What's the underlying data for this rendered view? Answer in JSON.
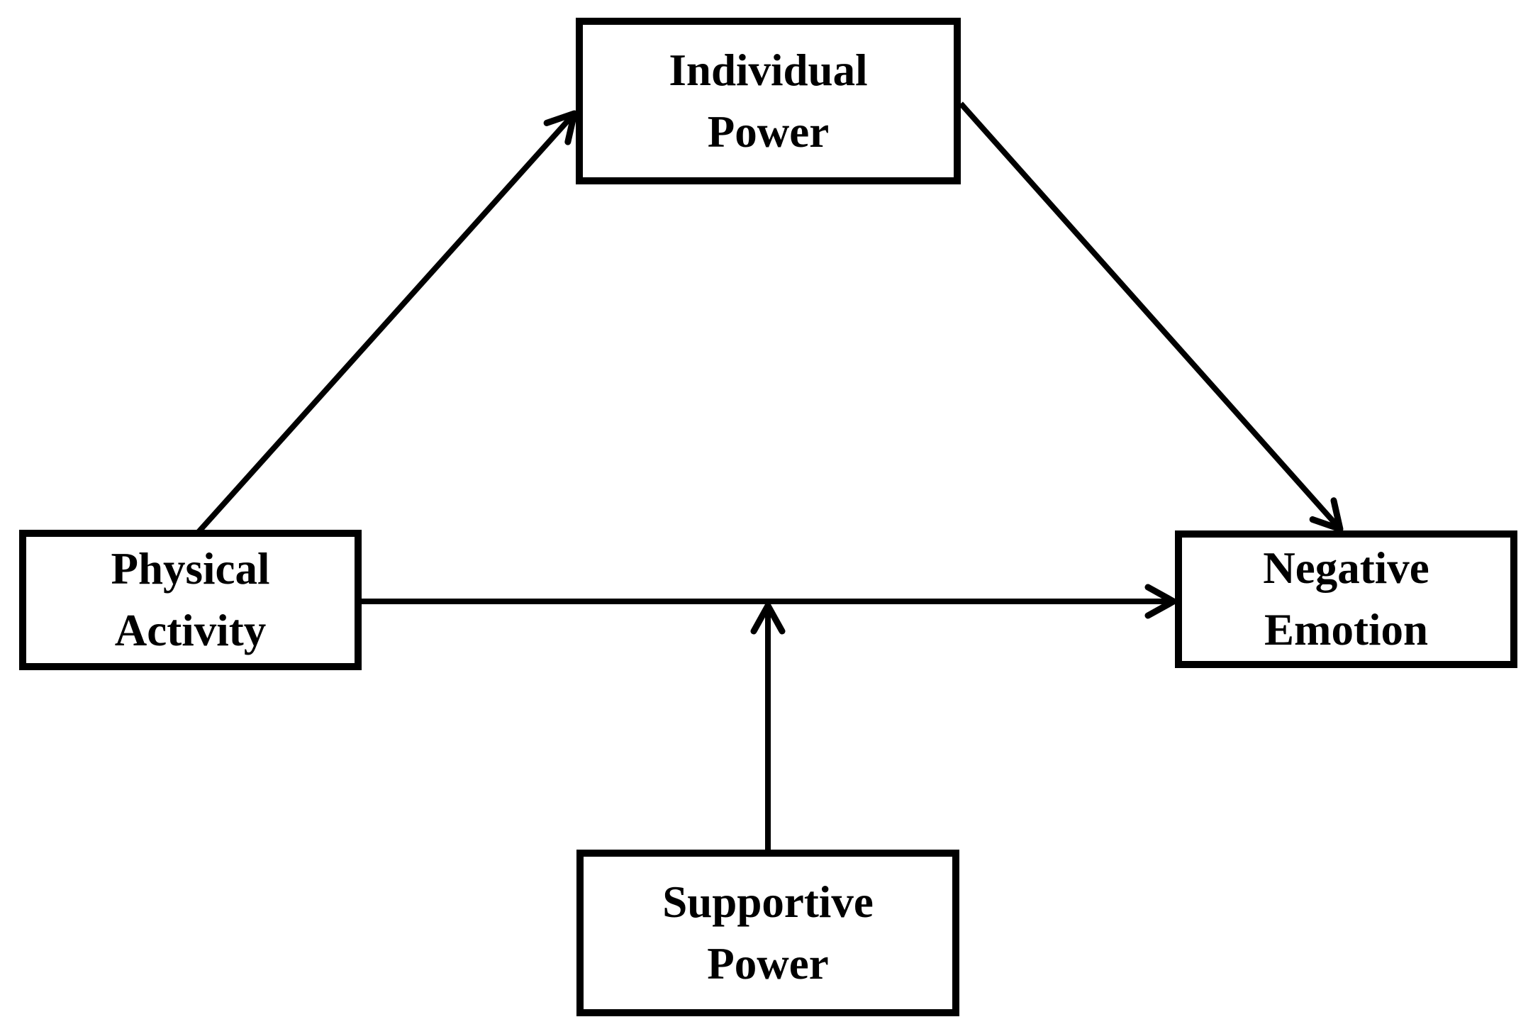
{
  "diagram": {
    "nodes": {
      "individual_power": {
        "lines": [
          "Individual",
          "Power"
        ]
      },
      "physical_activity": {
        "lines": [
          "Physical",
          "Activity"
        ]
      },
      "negative_emotion": {
        "lines": [
          "Negative",
          "Emotion"
        ]
      },
      "supportive_power": {
        "lines": [
          "Supportive",
          "Power"
        ]
      }
    },
    "edges": [
      {
        "from": "Physical Activity",
        "to": "Individual Power",
        "type": "directed"
      },
      {
        "from": "Individual Power",
        "to": "Negative Emotion",
        "type": "directed"
      },
      {
        "from": "Physical Activity",
        "to": "Negative Emotion",
        "type": "directed"
      },
      {
        "from": "Supportive Power",
        "to": "Physical Activity → Negative Emotion",
        "type": "moderation"
      }
    ],
    "colors": {
      "line": "#000000",
      "box_border": "#000000",
      "box_fill": "#ffffff",
      "background": "#ffffff",
      "text": "#000000"
    }
  }
}
